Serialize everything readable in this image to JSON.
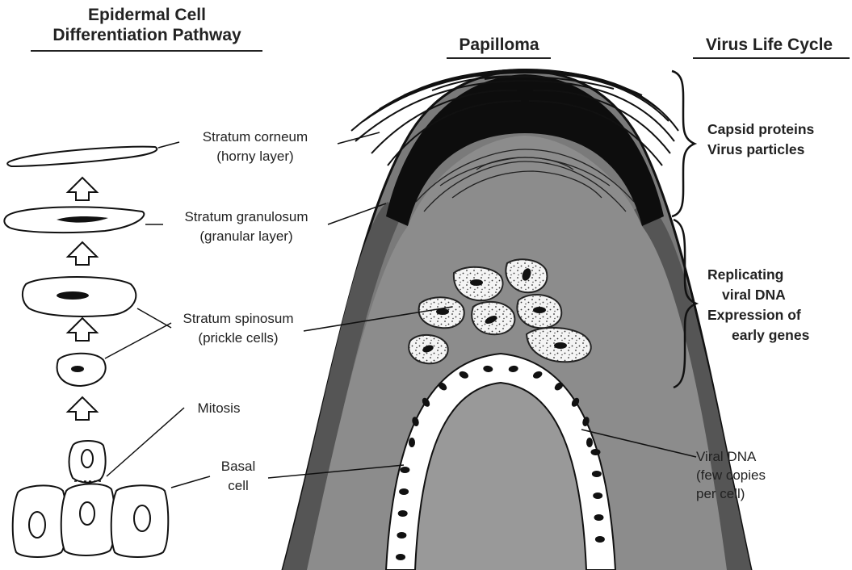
{
  "headings": {
    "left_line1": "Epidermal Cell",
    "left_line2": "Differentiation Pathway",
    "center": "Papilloma",
    "right": "Virus Life Cycle"
  },
  "labels": {
    "corneum_line1": "Stratum corneum",
    "corneum_line2": "(horny layer)",
    "granulosum_line1": "Stratum granulosum",
    "granulosum_line2": "(granular layer)",
    "spinosum_line1": "Stratum spinosum",
    "spinosum_line2": "(prickle cells)",
    "mitosis": "Mitosis",
    "basal_line1": "Basal",
    "basal_line2": "cell"
  },
  "virus_stages": {
    "late_line1": "Capsid proteins",
    "late_line2": "Virus particles",
    "early_line1": "Replicating",
    "early_line2": "viral DNA",
    "early_line3": "Expression of",
    "early_line4": "early genes",
    "viral_dna_line1": "Viral DNA",
    "viral_dna_line2": "(few copies",
    "viral_dna_line3": "per cell)"
  }
}
